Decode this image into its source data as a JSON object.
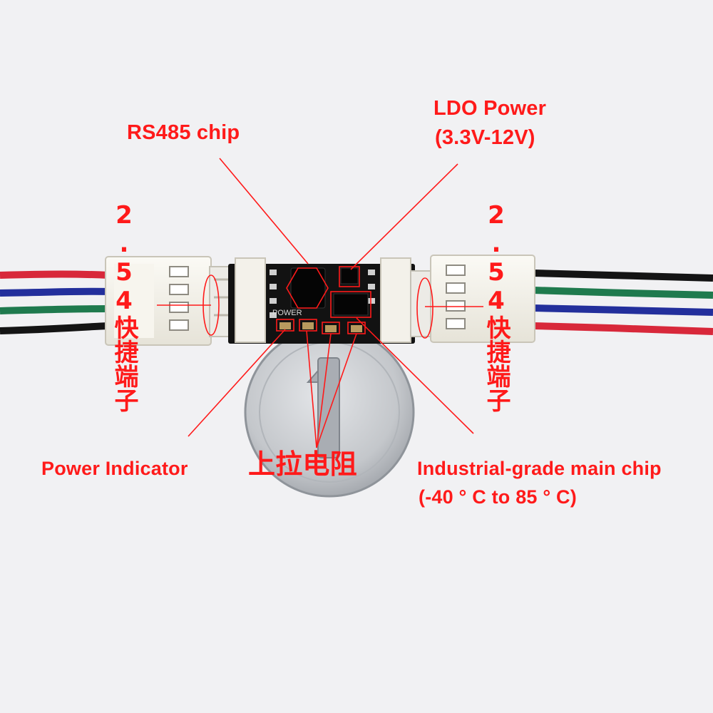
{
  "labels": {
    "rs485": "RS485 chip",
    "ldo_line1": "LDO Power",
    "ldo_line2": "(3.3V-12V)",
    "terminal_left": "2.54快捷端子",
    "terminal_right": "2.54快捷端子",
    "power_indicator": "Power Indicator",
    "pullup": "上拉电阻",
    "main_chip_line1": "Industrial-grade main chip",
    "main_chip_line2": "(-40 ° C to 85 ° C)",
    "silkscreen": "POWER"
  },
  "colors": {
    "annotation": "#ff1a1a",
    "background": "#f1f1f3",
    "pcb": "#121212",
    "connector": "#f4f2ea",
    "wire_red": "#d8283a",
    "wire_blue": "#232f9c",
    "wire_green": "#1f7a4e",
    "wire_black": "#141414",
    "coin": "#c9cbcf"
  },
  "photo_elements": [
    "pcb-module",
    "left-connector",
    "right-connector",
    "one-yuan-coin",
    "four-wire-cable"
  ]
}
